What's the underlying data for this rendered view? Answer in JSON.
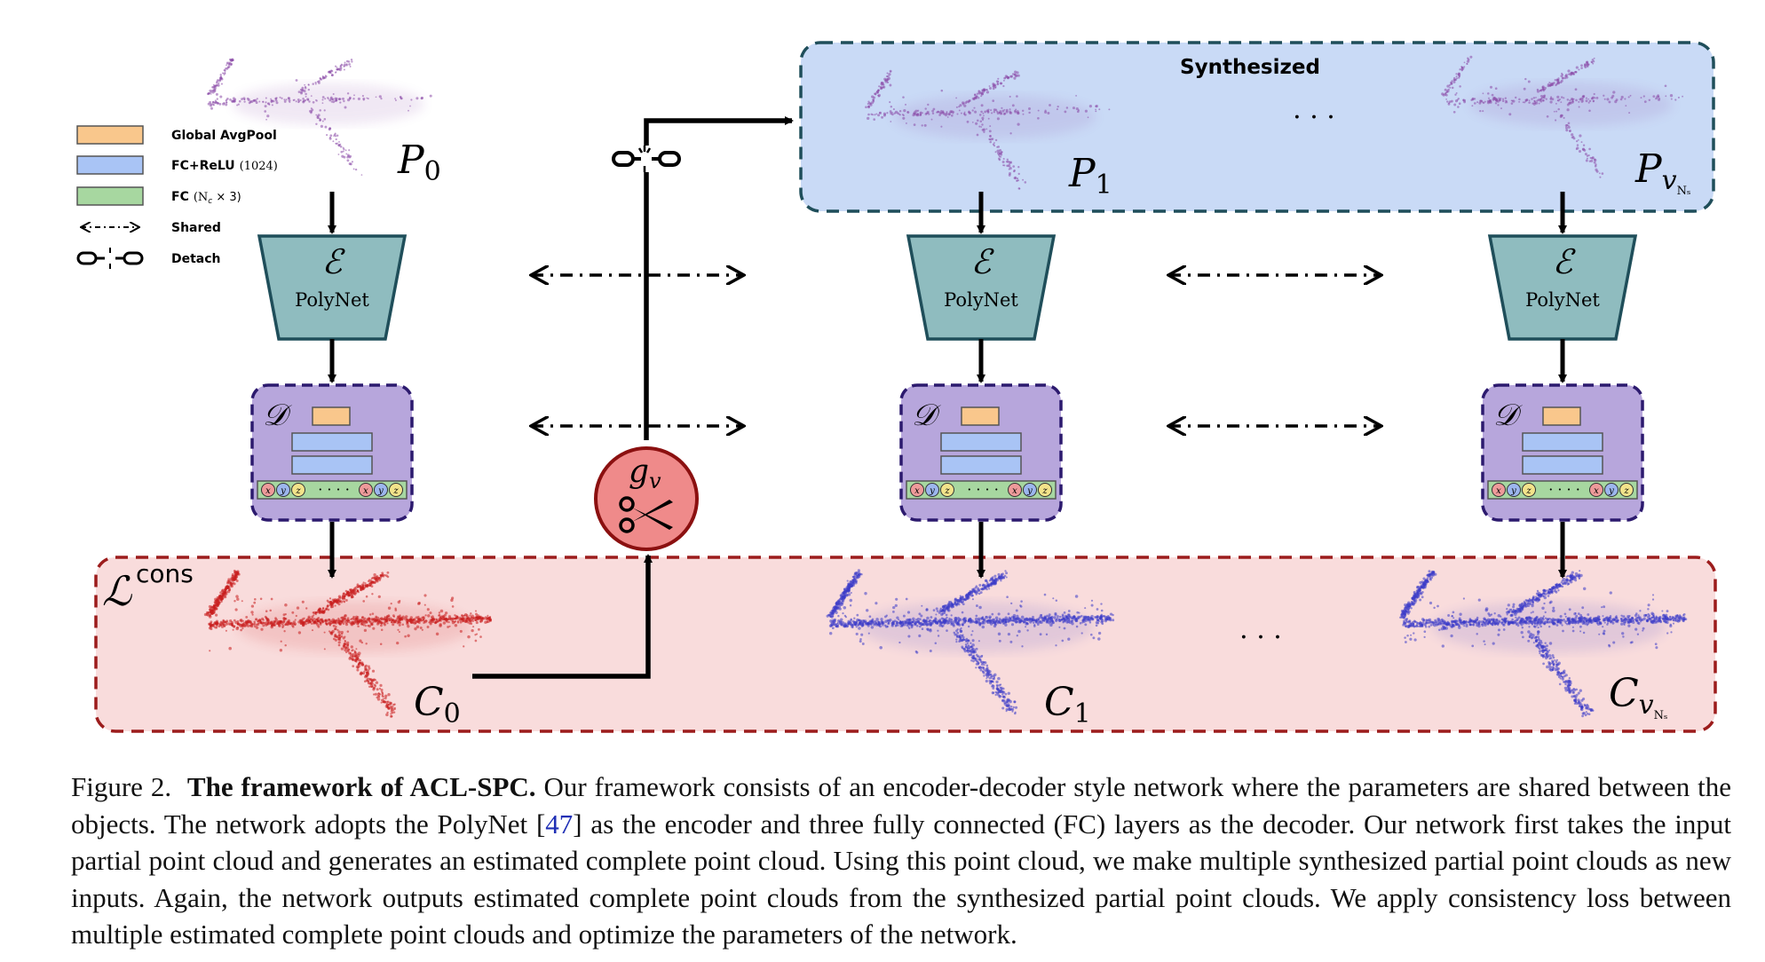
{
  "legend": {
    "items": [
      {
        "label": "Global AvgPool",
        "kind": "swatch",
        "color": "#f9c78c"
      },
      {
        "label": "FC+ReLU",
        "suffix": "(1024)",
        "kind": "swatch",
        "color": "#a9c4f5"
      },
      {
        "label": "FC",
        "suffix": "(N",
        "suffix_sub": "c",
        "suffix_tail": " × 3)",
        "kind": "swatch",
        "color": "#a7d7a0"
      },
      {
        "label": "Shared",
        "kind": "shared-arrow"
      },
      {
        "label": "Detach",
        "kind": "detach"
      }
    ]
  },
  "synth_box": {
    "title": "Synthesized",
    "ellipsis": "· · ·"
  },
  "loss_box": {
    "symbol": "ℒ",
    "sup": "cons",
    "ellipsis": "· · ·"
  },
  "encoder": {
    "symbol": "ℰ",
    "name": "PolyNet"
  },
  "decoder": {
    "symbol": "𝒟",
    "xyz": [
      "x",
      "y",
      "z"
    ],
    "dots": "· · · ·"
  },
  "labels": {
    "p0": "P",
    "p0_sub": "0",
    "p1": "P",
    "p1_sub": "1",
    "pv": "P",
    "pv_sub": "v",
    "pv_subsub": "Nₛ",
    "c0": "C",
    "c0_sub": "0",
    "c1": "C",
    "c1_sub": "1",
    "cv": "C",
    "cv_sub": "v",
    "cv_subsub": "Nₛ",
    "gv": "g",
    "gv_sub": "v"
  },
  "colors": {
    "synth_fill": "#c9daf6",
    "synth_border": "#1f4e5a",
    "loss_fill": "#f9dcdc",
    "loss_border": "#9c1c1c",
    "encoder_fill": "#8fbcbf",
    "encoder_border": "#1f4e5a",
    "decoder_fill": "#b7a6dc",
    "decoder_border": "#2c1a6e",
    "cloud_red": "#c81e1e",
    "cloud_blue": "#3c3cc8",
    "cloud_purple": "#8a4aa8",
    "scissor_fill": "#ef8a8a",
    "scissor_border": "#8b1010"
  },
  "caption": {
    "figure_num": "Figure 2.",
    "bold_title": "The framework of ACL-SPC.",
    "text_1": " Our framework consists of an encoder-decoder style network where the parameters are shared between the objects.  The network adopts the PolyNet [",
    "ref": "47",
    "text_2": "] as the encoder and three fully connected (FC) layers as the decoder.  Our network first takes the input partial point cloud and generates an estimated complete point cloud. Using this point cloud, we make multiple synthesized partial point clouds as new inputs.  Again, the network outputs estimated complete point clouds from the synthesized partial point clouds. We apply consistency loss between multiple estimated complete point clouds and optimize the parameters of the network."
  }
}
